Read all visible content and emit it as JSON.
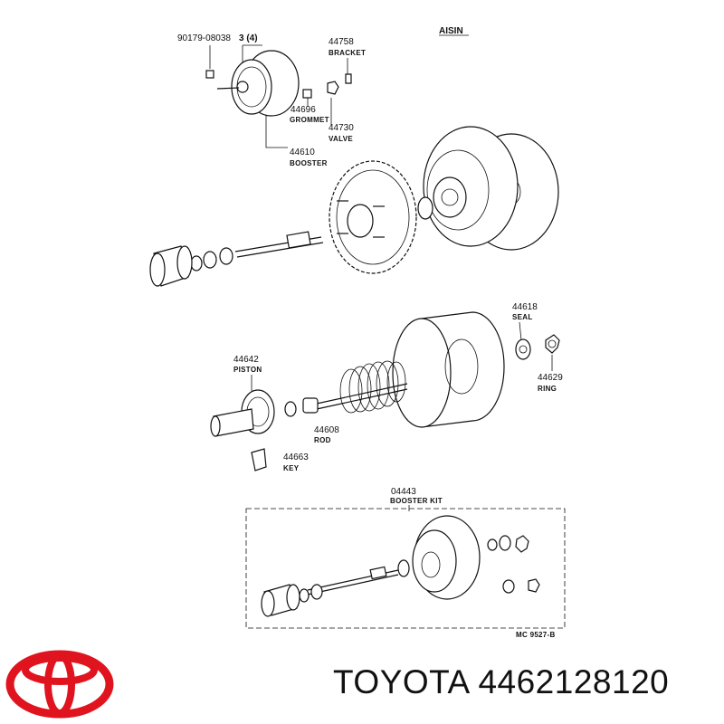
{
  "diagram": {
    "top": {
      "part_90179": "90179-08038",
      "qty": "3 (4)",
      "bracket_no": "44758",
      "bracket": "BRACKET",
      "maker": "AISIN",
      "grommet_no": "44696",
      "grommet": "GROMMET",
      "valve_no": "44730",
      "valve": "VALVE",
      "booster_no": "44610",
      "booster": "BOOSTER"
    },
    "middle": {
      "seal_no": "44618",
      "seal": "SEAL",
      "piston_no": "44642",
      "piston": "PISTON",
      "ring_no": "44629",
      "ring": "RING",
      "rod_no": "44608",
      "rod": "ROD",
      "key_no": "44663",
      "key": "KEY"
    },
    "kit": {
      "kit_no": "04443",
      "kit": "BOOSTER KIT",
      "ref": "MC  9527-B"
    }
  },
  "footer": {
    "brand": "TOYOTA",
    "part_number": "4462128120",
    "logo_color": "#e0141e"
  }
}
